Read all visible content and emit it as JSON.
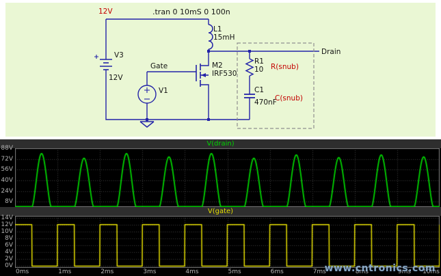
{
  "schematic": {
    "bg_color": "#eaf7d4",
    "wire_color": "#2323a8",
    "annotation_color": "#c40000",
    "directive": ".tran 0 10mS 0 100n",
    "labels": {
      "rail": "12V",
      "v3_name": "V3",
      "v3_value": "12V",
      "gate": "Gate",
      "v1_name": "V1",
      "l1_name": "L1",
      "l1_value": "15mH",
      "m2_name": "M2",
      "m2_value": "IRF530",
      "r1_name": "R1",
      "r1_value": "10",
      "r_snub": "R(snub)",
      "c1_name": "C1",
      "c1_value": "470nF",
      "c_snub": "C(snub)",
      "drain": "Drain"
    }
  },
  "chart_data": [
    {
      "type": "line",
      "title": "V(drain)",
      "color": "#00d400",
      "x_unit": "ms",
      "xlim": [
        0,
        10
      ],
      "ylim": [
        0,
        88
      ],
      "grid": true,
      "y_ticks": [
        88,
        72,
        56,
        40,
        24,
        8
      ],
      "y_tick_labels": [
        "88V",
        "72V",
        "56V",
        "40V",
        "24V",
        "8V"
      ],
      "x_ticks": [
        0,
        1,
        2,
        3,
        4,
        5,
        6,
        7,
        8,
        9,
        10
      ],
      "x_tick_labels": [
        "0ms",
        "1ms",
        "2ms",
        "3ms",
        "4ms",
        "5ms",
        "6ms",
        "7ms",
        "8ms",
        "9ms",
        "10ms"
      ],
      "waveform": {
        "kind": "flyback-pulse",
        "period_ms": 1,
        "on_time_ms": 0.4,
        "pulse_width_ms": 0.45,
        "base_v": 0.5,
        "peak_v": [
          80,
          73,
          80,
          75,
          80,
          73,
          78,
          74,
          78,
          75
        ]
      }
    },
    {
      "type": "line",
      "title": "V(gate)",
      "color": "#e6df00",
      "x_unit": "ms",
      "xlim": [
        0,
        10
      ],
      "ylim": [
        -0.5,
        14.5
      ],
      "grid": true,
      "y_ticks": [
        14,
        12,
        10,
        8,
        6,
        4,
        2,
        0
      ],
      "y_tick_labels": [
        "14V",
        "12V",
        "10V",
        "8V",
        "6V",
        "4V",
        "2V",
        "0V"
      ],
      "x_ticks": [
        0,
        1,
        2,
        3,
        4,
        5,
        6,
        7,
        8,
        9,
        10
      ],
      "x_tick_labels": [
        "0ms",
        "1ms",
        "2ms",
        "3ms",
        "4ms",
        "5ms",
        "6ms",
        "7ms",
        "8ms",
        "9ms",
        "10ms"
      ],
      "waveform": {
        "kind": "square",
        "period_ms": 1,
        "duty": 0.4,
        "high_v": 12,
        "low_v": 0
      }
    }
  ],
  "watermark": "www.cntronics.com"
}
